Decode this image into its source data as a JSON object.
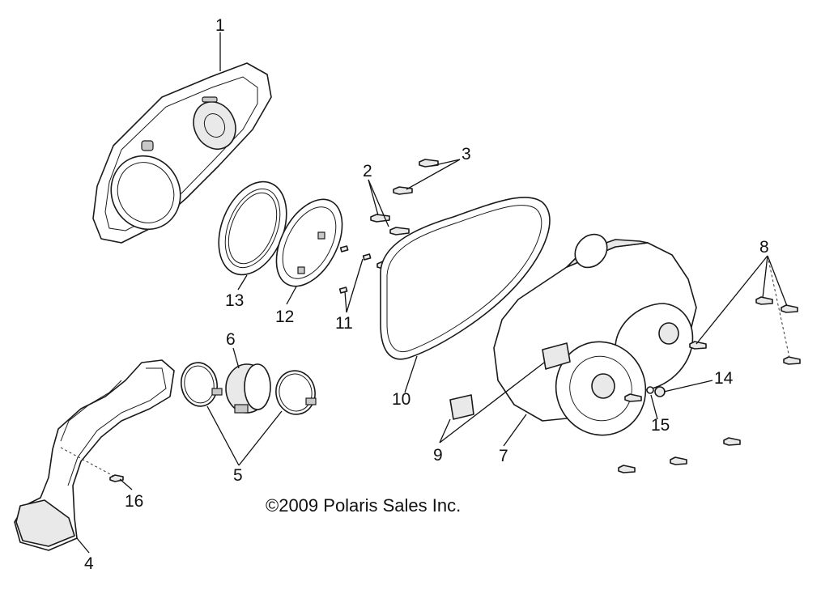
{
  "callouts": {
    "c1": "1",
    "c2": "2",
    "c3": "3",
    "c4": "4",
    "c5": "5",
    "c6": "6",
    "c7": "7",
    "c8": "8",
    "c9": "9",
    "c10": "10",
    "c11": "11",
    "c12": "12",
    "c13": "13",
    "c14": "14",
    "c15": "15",
    "c16": "16"
  },
  "copyright": "©2009 Polaris Sales Inc."
}
